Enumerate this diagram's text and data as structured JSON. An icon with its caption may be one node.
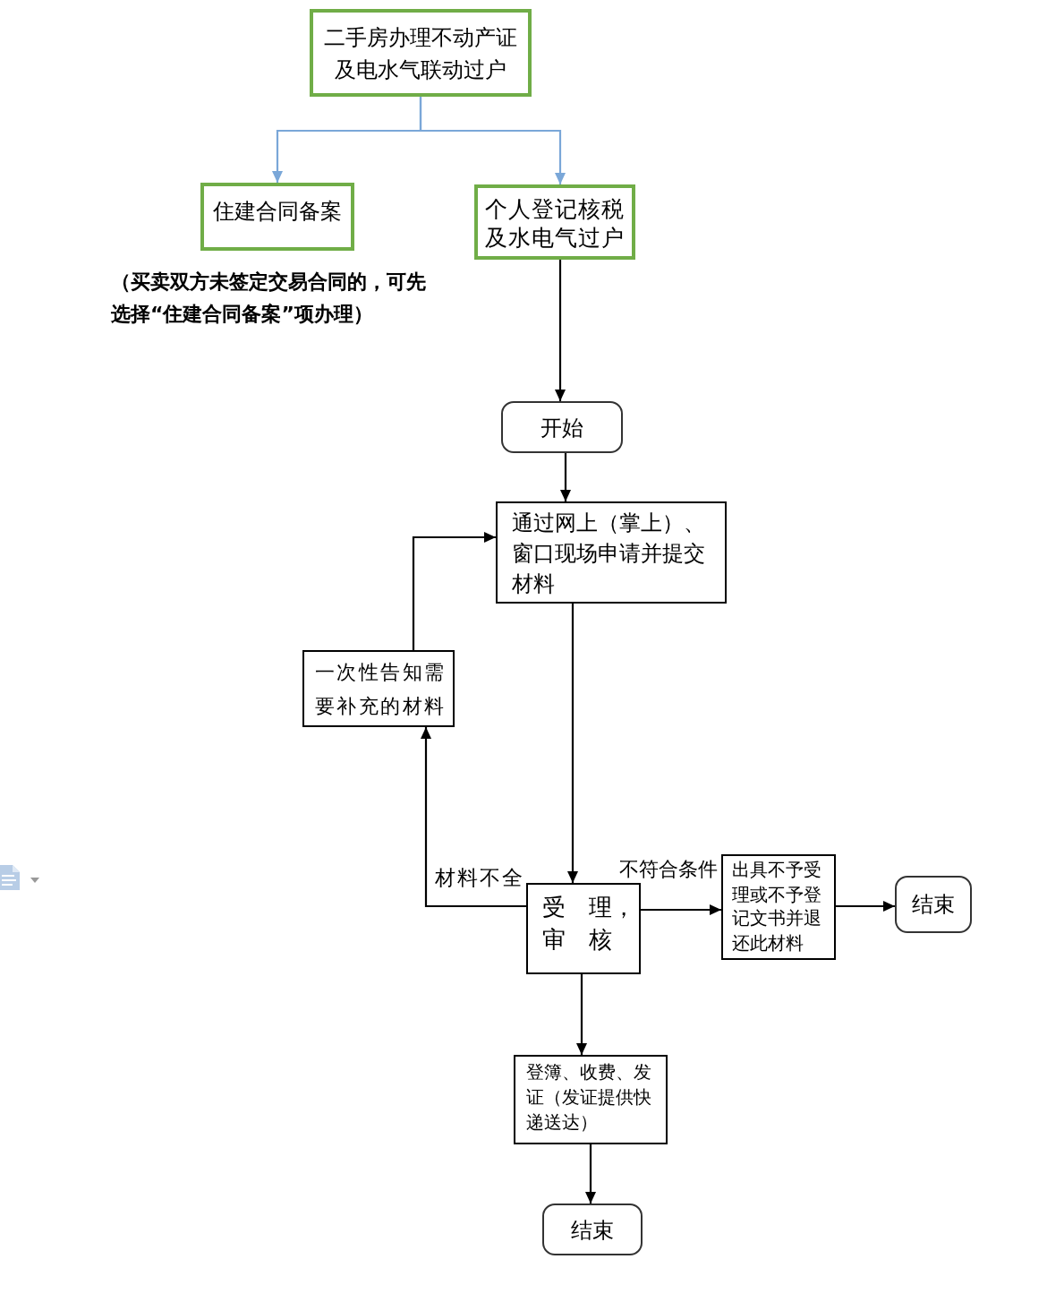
{
  "diagram": {
    "nodes": [
      {
        "text": [
          "二手房办理不动产证及电水气联动过户"
        ]
      },
      {
        "text": [
          "住建合同备案"
        ]
      },
      {
        "text": [
          "个人登记核税及水电气过户"
        ]
      },
      {
        "text": [
          "开始"
        ]
      },
      {
        "text": [
          "通过网上（掌上）、窗口现场申请并提交材料"
        ]
      },
      {
        "text": [
          "一次性告知需要补充的材料"
        ]
      },
      {
        "text": [
          "受　理，审　核"
        ]
      },
      {
        "text": [
          "出具不予受理或不予登记文书并退还此材料"
        ]
      },
      {
        "text": [
          "结束"
        ]
      },
      {
        "text": [
          "登簿、收费、发证（发证提供快递送达）"
        ]
      },
      {
        "text": [
          "结束"
        ]
      }
    ],
    "edges": [
      {
        "from": 0,
        "to": 1,
        "arrow": "to",
        "color": "#7aa7d8"
      },
      {
        "from": 0,
        "to": 2,
        "arrow": "to",
        "color": "#7aa7d8"
      },
      {
        "from": 2,
        "to": 3,
        "arrow": "to"
      },
      {
        "from": 3,
        "to": 4,
        "arrow": "to"
      },
      {
        "from": 4,
        "to": 6,
        "arrow": "to"
      },
      {
        "from": 6,
        "to": 5,
        "arrow": "to",
        "label": "材料不全"
      },
      {
        "from": 5,
        "to": 4,
        "arrow": "to"
      },
      {
        "from": 6,
        "to": 7,
        "arrow": "to",
        "label": "不符合条件"
      },
      {
        "from": 7,
        "to": 8,
        "arrow": "to"
      },
      {
        "from": 6,
        "to": 9,
        "arrow": "to"
      },
      {
        "from": 9,
        "to": 10,
        "arrow": "to"
      }
    ],
    "labels": [
      "（买卖双方未签定交易合同的，可先选择“住建合同备案”项办理）"
    ]
  }
}
